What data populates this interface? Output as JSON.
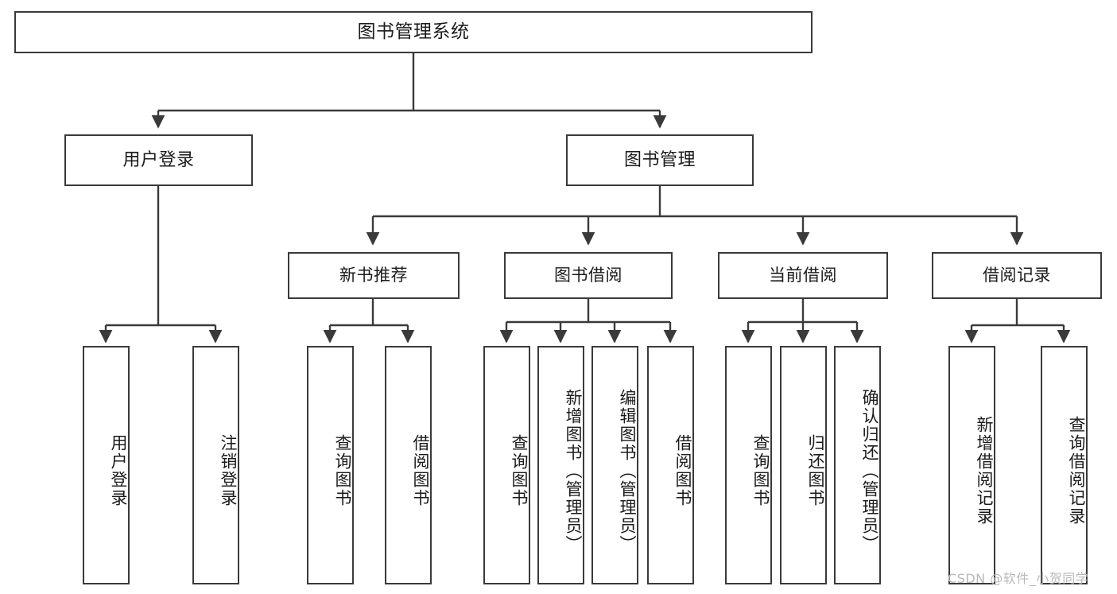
{
  "diagram": {
    "title": "图书管理系统",
    "type": "tree-hierarchy-chart",
    "watermark": "CSDN @软件_小贺同学",
    "colors": {
      "box_border": "#3a3a3a",
      "box_fill": "#ffffff",
      "edge": "#3a3a3a",
      "text": "#1b1b1b",
      "watermark": "#b9b9b9",
      "background": "#ffffff"
    },
    "nodes": {
      "root": {
        "label": "图书管理系统"
      },
      "level2": [
        {
          "id": "user-login",
          "label": "用户登录"
        },
        {
          "id": "book-management",
          "label": "图书管理"
        }
      ],
      "level3": [
        {
          "id": "new-book-recommend",
          "label": "新书推荐"
        },
        {
          "id": "book-borrow",
          "label": "图书借阅"
        },
        {
          "id": "current-borrow",
          "label": "当前借阅"
        },
        {
          "id": "borrow-record",
          "label": "借阅记录"
        }
      ],
      "leaves": {
        "user-login": [
          {
            "id": "user-login-leaf",
            "label": "用户登录"
          },
          {
            "id": "user-logout-leaf",
            "label": "注销登录"
          }
        ],
        "new-book-recommend": [
          {
            "id": "query-book-1",
            "label": "查询图书"
          },
          {
            "id": "borrow-book-1",
            "label": "借阅图书"
          }
        ],
        "book-borrow": [
          {
            "id": "query-book-2",
            "label": "查询图书"
          },
          {
            "id": "add-book",
            "label": "新增图书（管理员）"
          },
          {
            "id": "edit-book",
            "label": "编辑图书（管理员）"
          },
          {
            "id": "borrow-book-2",
            "label": "借阅图书"
          }
        ],
        "current-borrow": [
          {
            "id": "query-book-3",
            "label": "查询图书"
          },
          {
            "id": "return-book",
            "label": "归还图书"
          },
          {
            "id": "confirm-return",
            "label": "确认归还（管理员）"
          }
        ],
        "borrow-record": [
          {
            "id": "add-borrow-record",
            "label": "新增借阅记录"
          },
          {
            "id": "query-borrow-record",
            "label": "查询借阅记录"
          }
        ]
      }
    }
  }
}
